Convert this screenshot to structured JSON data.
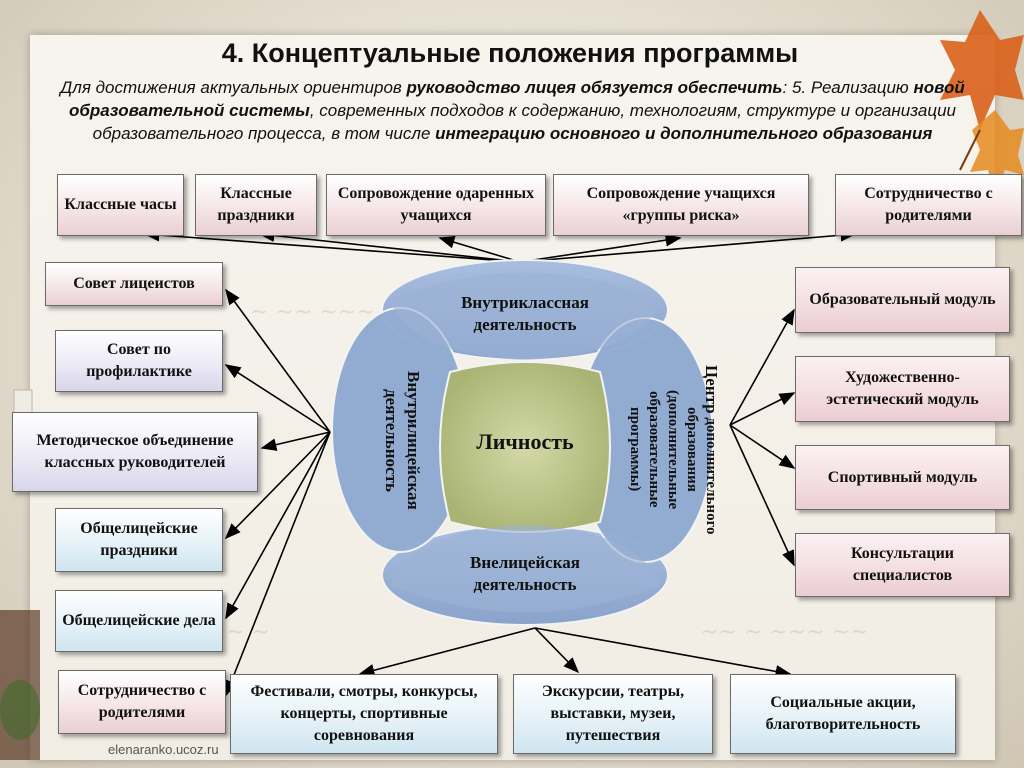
{
  "title": "4. Концептуальные положения программы",
  "subtitle": {
    "p1": "Для достижения актуальных ориентиров ",
    "b1": "руководство лицея обязуется обеспечить",
    "p2": ": 5. Реализацию ",
    "b2": "новой образовательной системы",
    "p3": ", современных подходов к содержанию, технологиям, структуре и организации образовательного процесса, в том числе ",
    "b3": "интеграцию основного и дополнительного образования"
  },
  "top_boxes": [
    "Классные часы",
    "Классные праздники",
    "Сопровождение одаренных учащихся",
    "Сопровождение учащихся «группы риска»",
    "Сотрудничество с родителями"
  ],
  "left_boxes": [
    "Совет лицеистов",
    "Совет по профилактике",
    "Методическое объединение классных руководителей",
    "Общелицейские праздники",
    "Общелицейские дела",
    "Сотрудничество с родителями"
  ],
  "right_boxes": [
    "Образовательный модуль",
    "Художественно-эстетический модуль",
    "Спортивный модуль",
    "Консультации специалистов"
  ],
  "bottom_boxes": [
    "Фестивали, смотры, конкурсы, концерты, спортивные соревнования",
    "Экскурсии, театры, выставки, музеи, путешествия",
    "Социальные акции, благотворительность"
  ],
  "center": {
    "core": "Личность",
    "top": "Внутриклассная деятельность",
    "bottom": "Внелицейская деятельность",
    "left": "Внутрилицейская деятельность",
    "right_title": "Центр",
    "right_body": "дополнительного образования (дополнительные образовательные программы)"
  },
  "footer": "elenaranko.ucoz.ru",
  "colors": {
    "ellipse_fill": "#93acd1",
    "ellipse_dark": "#6f8fbf",
    "core_fill": "#b9c38b",
    "arrow": "#000000"
  }
}
